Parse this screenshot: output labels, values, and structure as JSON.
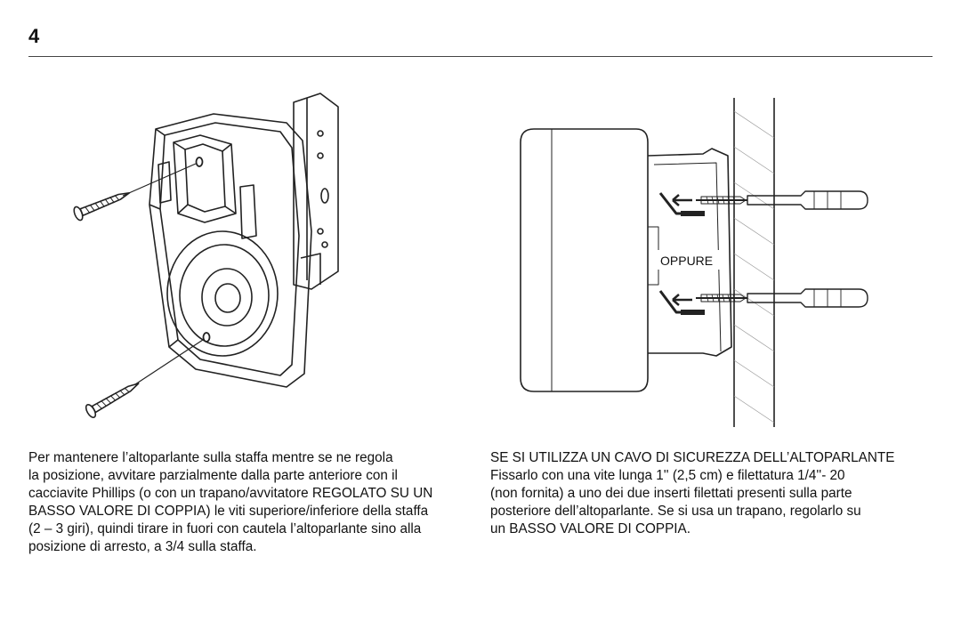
{
  "page": {
    "number": "4"
  },
  "figures": {
    "right": {
      "or_label": "OPPURE"
    }
  },
  "text": {
    "left_lines": [
      "Per mantenere l’altoparlante sulla staffa mentre se ne regola",
      "la posizione, avvitare parzialmente dalla parte anteriore con il",
      "cacciavite Phillips (o con un trapano/avvitatore REGOLATO SU UN",
      "BASSO VALORE DI COPPIA) le viti superiore/inferiore della staffa",
      "(2 – 3 giri), quindi tirare in fuori con cautela l’altoparlante sino alla",
      "posizione di arresto, a 3/4 sulla staffa."
    ],
    "right_lines": [
      "SE SI UTILIZZA UN CAVO DI SICUREZZA DELL’ALTOPARLANTE",
      "Fissarlo con una vite lunga 1'' (2,5 cm) e filettatura 1/4''- 20",
      "(non fornita) a uno dei due inserti filettati presenti sulla parte",
      "posteriore dell’altoparlante. Se si usa un trapano, regolarlo su",
      "un BASSO VALORE DI COPPIA."
    ]
  }
}
